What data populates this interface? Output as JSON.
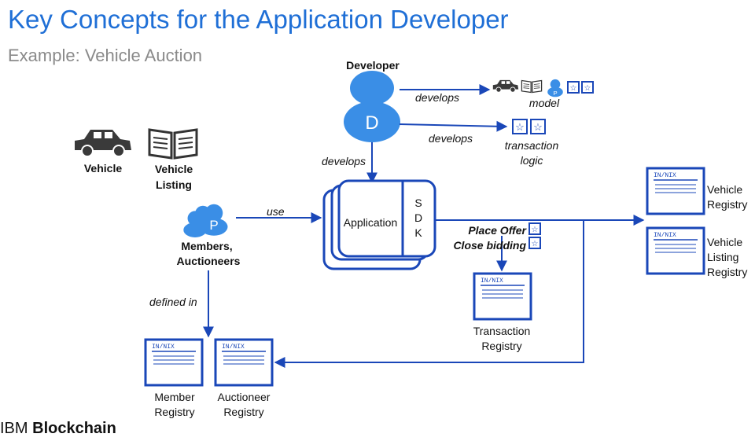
{
  "slide": {
    "title": "Key Concepts for the Application Developer",
    "subtitle": "Example: Vehicle Auction"
  },
  "actors": {
    "developer": {
      "label": "Developer",
      "letter": "D"
    },
    "participants": {
      "label_line1": "Members,",
      "label_line2": "Auctioneers",
      "letter": "P"
    }
  },
  "assets": {
    "vehicle": "Vehicle",
    "listing_line1": "Vehicle",
    "listing_line2": "Listing"
  },
  "edges": {
    "develops_model": "develops",
    "develops_logic": "develops",
    "develops_app": "develops",
    "use": "use",
    "defined_in": "defined in"
  },
  "artifacts": {
    "model": "model",
    "transaction_line1": "transaction",
    "transaction_line2": "logic"
  },
  "application": {
    "label": "Application",
    "sdk": [
      "S",
      "D",
      "K"
    ]
  },
  "transactions": {
    "place_offer": "Place Offer",
    "close_bidding": "Close bidding"
  },
  "registries": {
    "vehicle": [
      "Vehicle",
      "Registry"
    ],
    "vehicle_listing": [
      "Vehicle",
      "Listing",
      "Registry"
    ],
    "transaction": [
      "Transaction",
      "Registry"
    ],
    "member": [
      "Member",
      "Registry"
    ],
    "auctioneer": [
      "Auctioneer",
      "Registry"
    ]
  },
  "icons": [
    "car-icon",
    "book-icon",
    "participant-icon",
    "developer-icon",
    "registry-icon",
    "star-doc-icon"
  ],
  "colors": {
    "accent": "#1f6fd6",
    "line": "#1a47b8",
    "person": "#3a8ee6"
  },
  "footer": {
    "brand_plain": "IBM ",
    "brand_bold": "Blockchain"
  }
}
